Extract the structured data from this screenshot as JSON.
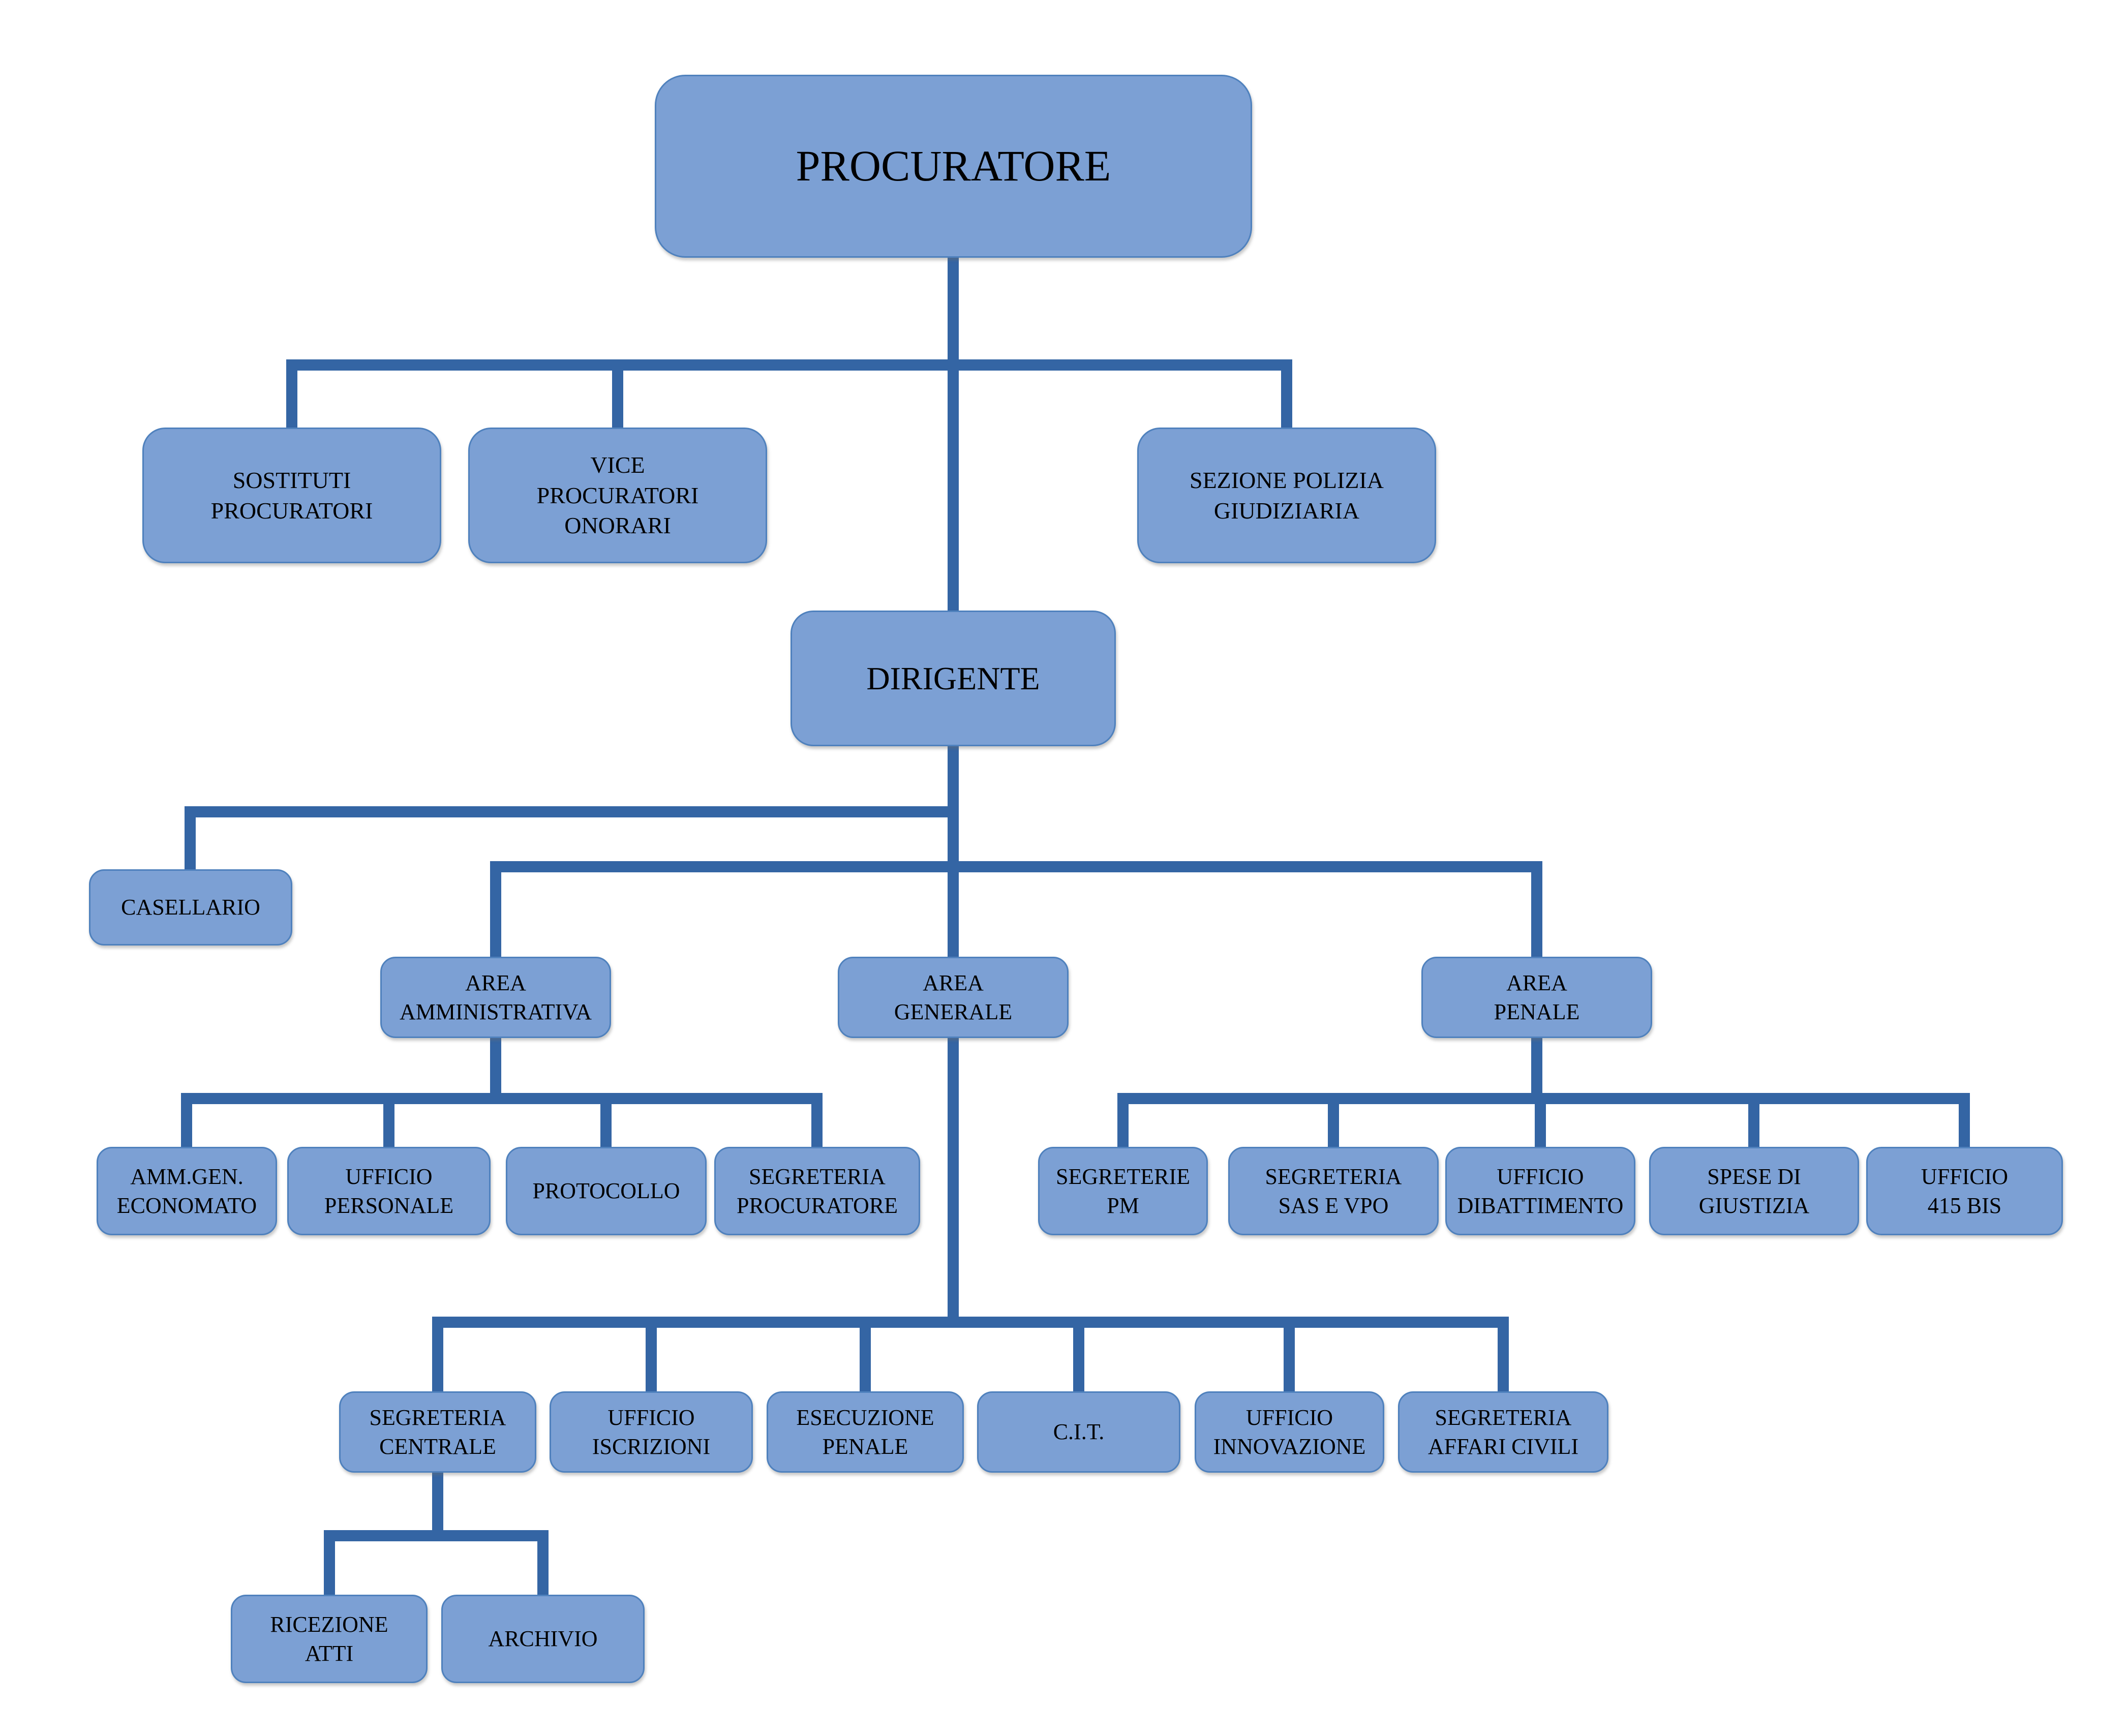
{
  "colors": {
    "background": "#FFFFFF",
    "node_fill": "#7CA0D4",
    "node_border": "#4F81BD",
    "connector": "#3465A4",
    "text": "#000000"
  },
  "nodes": {
    "procuratore": {
      "label": "PROCURATORE"
    },
    "sostituti": {
      "label": "SOSTITUTI\nPROCURATORI"
    },
    "vice": {
      "label": "VICE\nPROCURATORI\nONORARI"
    },
    "sezione": {
      "label": "SEZIONE POLIZIA\nGIUDIZIARIA"
    },
    "dirigente": {
      "label": "DIRIGENTE"
    },
    "casellario": {
      "label": "CASELLARIO"
    },
    "area_amministrativa": {
      "label": "AREA\nAMMINISTRATIVA"
    },
    "area_generale": {
      "label": "AREA\nGENERALE"
    },
    "area_penale": {
      "label": "AREA\nPENALE"
    },
    "amm_gen_economato": {
      "label": "AMM.GEN.\nECONOMATO"
    },
    "ufficio_personale": {
      "label": "UFFICIO\nPERSONALE"
    },
    "protocollo": {
      "label": "PROTOCOLLO"
    },
    "segreteria_procuratore": {
      "label": "SEGRETERIA\nPROCURATORE"
    },
    "segreterie_pm": {
      "label": "SEGRETERIE\nPM"
    },
    "segreteria_sas_vpo": {
      "label": "SEGRETERIA\nSAS E VPO"
    },
    "ufficio_dibattimento": {
      "label": "UFFICIO\nDIBATTIMENTO"
    },
    "spese_giustizia": {
      "label": "SPESE DI\nGIUSTIZIA"
    },
    "ufficio_415bis": {
      "label": "UFFICIO\n415 BIS"
    },
    "segreteria_centrale": {
      "label": "SEGRETERIA\nCENTRALE"
    },
    "ufficio_iscrizioni": {
      "label": "UFFICIO\nISCRIZIONI"
    },
    "esecuzione_penale": {
      "label": "ESECUZIONE\nPENALE"
    },
    "cit": {
      "label": "C.I.T."
    },
    "ufficio_innovazione": {
      "label": "UFFICIO\nINNOVAZIONE"
    },
    "segreteria_affari_civili": {
      "label": "SEGRETERIA\nAFFARI CIVILI"
    },
    "ricezione_atti": {
      "label": "RICEZIONE\nATTI"
    },
    "archivio": {
      "label": "ARCHIVIO"
    }
  }
}
